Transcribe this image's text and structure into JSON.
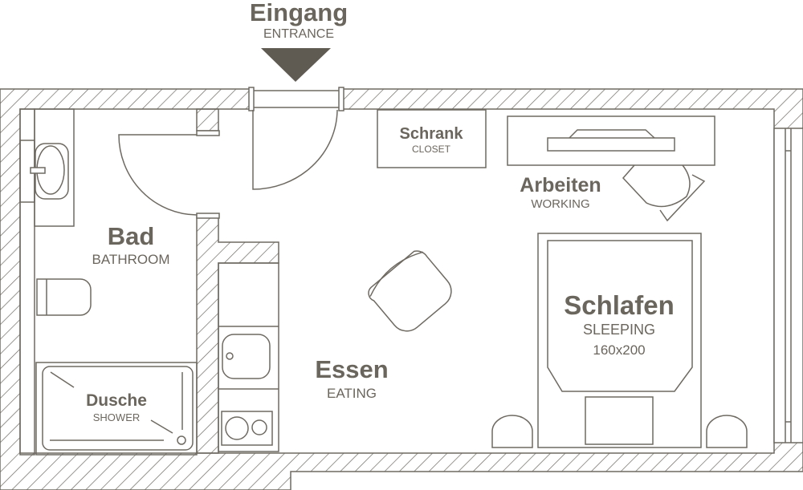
{
  "entrance": {
    "title": "Eingang",
    "subtitle": "ENTRANCE"
  },
  "rooms": {
    "bathroom": {
      "title": "Bad",
      "subtitle": "BATHROOM"
    },
    "shower": {
      "title": "Dusche",
      "subtitle": "SHOWER"
    },
    "closet": {
      "title": "Schrank",
      "subtitle": "CLOSET"
    },
    "working": {
      "title": "Arbeiten",
      "subtitle": "WORKING"
    },
    "eating": {
      "title": "Essen",
      "subtitle": "EATING"
    },
    "sleeping": {
      "title": "Schlafen",
      "subtitle": "SLEEPING",
      "size": "160x200"
    }
  },
  "colors": {
    "line": "#6e6a62",
    "text": "#6b665d"
  }
}
